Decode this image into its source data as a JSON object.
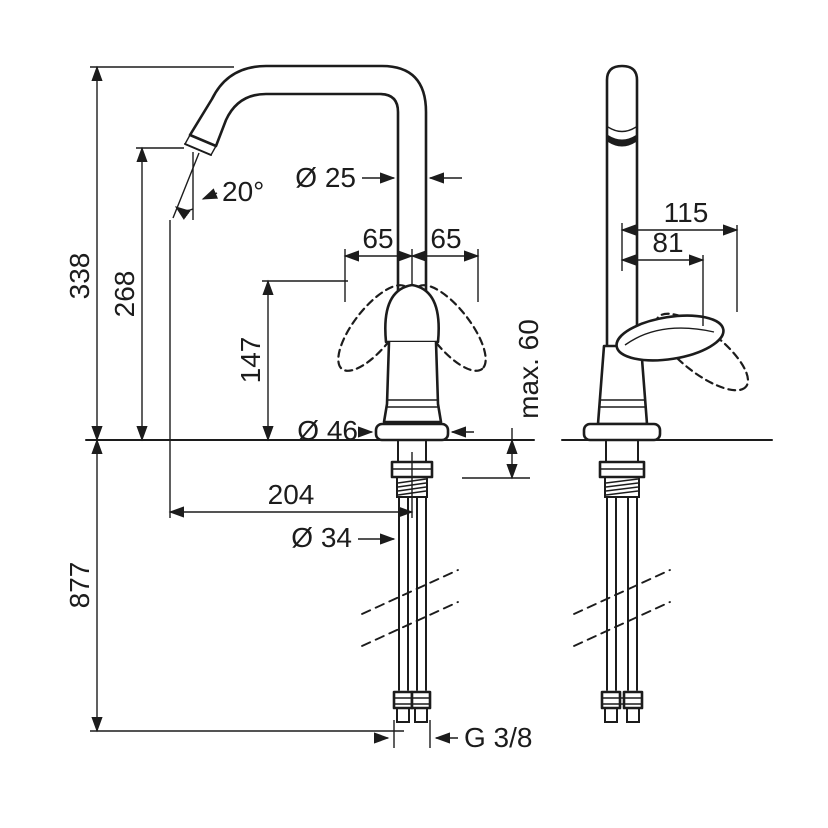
{
  "palette": {
    "ink": "#1c1c1c",
    "background": "#ffffff"
  },
  "front_view": {
    "labels": {
      "overall_height": "338",
      "outlet_height": "268",
      "handle_clearance": "147",
      "under_counter_length": "877",
      "swivel_angle": "20°",
      "pipe_diameter": "Ø 25",
      "swing_left": "65",
      "swing_right": "65",
      "max_deck_thickness": "max. 60",
      "base_diameter": "Ø 46",
      "spout_reach": "204",
      "shank_diameter": "Ø 34",
      "connection_thread": "G 3/8"
    }
  },
  "side_view": {
    "labels": {
      "total_depth": "115",
      "handle_depth": "81"
    }
  }
}
